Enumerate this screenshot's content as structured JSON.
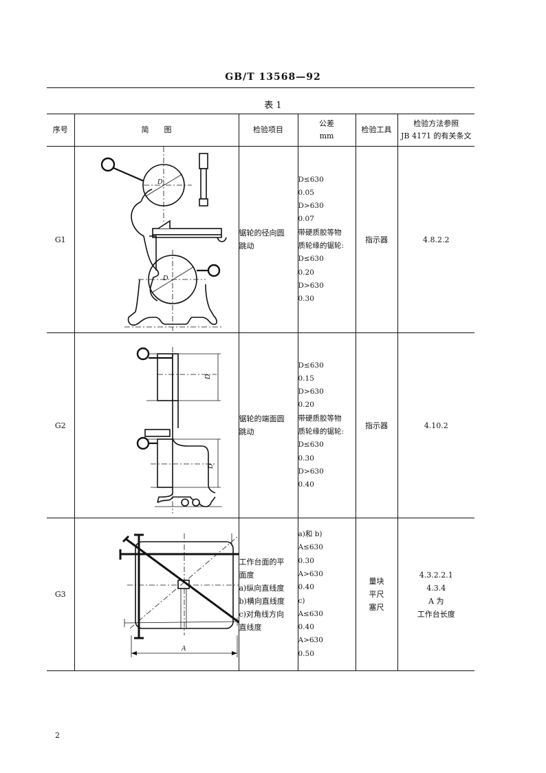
{
  "header": {
    "standard": "GB/T 13568—92"
  },
  "table_caption": "表 1",
  "columns": {
    "seq": "序号",
    "diagram": "简　　图",
    "item": "检验项目",
    "tol_line1": "公差",
    "tol_line2": "mm",
    "tool": "检验工具",
    "ref_line1": "检验方法参照",
    "ref_line2": "JB 4171 的有关条文"
  },
  "rows": [
    {
      "id": "G1",
      "item": [
        "锯轮的径向圆",
        "跳动"
      ],
      "tolerance": [
        "D≤630",
        "0.05",
        "D>630",
        "0.07",
        "带硬质胶等物",
        "质轮缘的锯轮:",
        "D≤630",
        "0.20",
        "D>630",
        "0.30"
      ],
      "tools": [
        "指示器"
      ],
      "refs": [
        "4.8.2.2"
      ],
      "diagram_labels": [
        "D",
        "D"
      ]
    },
    {
      "id": "G2",
      "item": [
        "锯轮的端面圆",
        "跳动"
      ],
      "tolerance": [
        "D≤630",
        "0.15",
        "D>630",
        "0.20",
        "带硬质胶等物",
        "质轮缘的锯轮:",
        "D≤630",
        "0.30",
        "D>630",
        "0.40"
      ],
      "tools": [
        "指示器"
      ],
      "refs": [
        "4.10.2"
      ],
      "diagram_labels": [
        "D",
        "D"
      ]
    },
    {
      "id": "G3",
      "item": [
        "工作台面的平",
        "面度",
        "a)纵向直线度",
        "b)横向直线度",
        "c)对角线方向",
        "直线度"
      ],
      "tolerance": [
        "a)和 b)",
        "A≤630",
        "0.30",
        "A>630",
        "0.40",
        "c)",
        "A≤630",
        "0.40",
        "A>630",
        "0.50"
      ],
      "tools": [
        "量块",
        "平尺",
        "塞尺"
      ],
      "refs": [
        "4.3.2.2.1",
        "4.3.4",
        "A 为",
        "工作台长度"
      ],
      "diagram_labels": [
        "A"
      ]
    }
  ],
  "page_number": "2"
}
